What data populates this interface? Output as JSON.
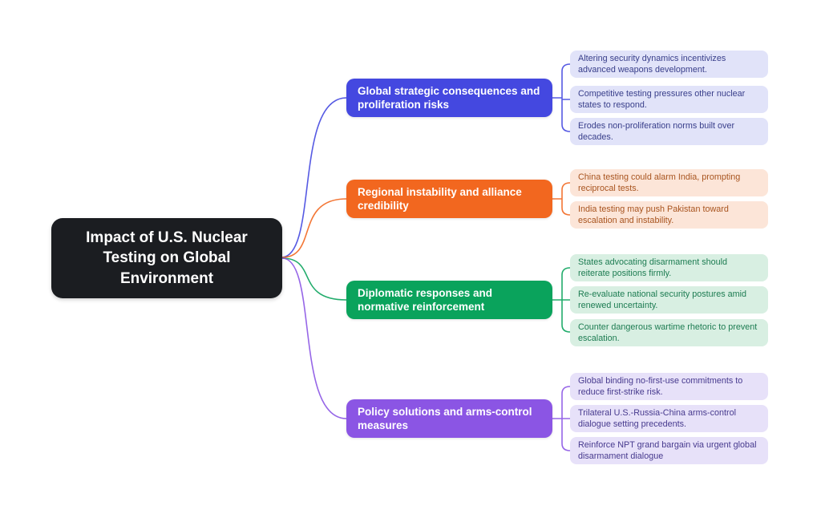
{
  "root": {
    "label": "Impact of U.S. Nuclear Testing on Global Environment",
    "bg_color": "#1b1d21",
    "text_color": "#ffffff"
  },
  "branches": [
    {
      "label": "Global strategic consequences and proliferation risks",
      "color": "#4448e0",
      "leaf_bg": "#e1e3f9",
      "leaf_text": "#383e8a",
      "leaves": [
        "Altering security dynamics incentivizes advanced weapons development.",
        "Competitive testing pressures other nuclear states to respond.",
        "Erodes non-proliferation norms built over decades."
      ]
    },
    {
      "label": "Regional instability and alliance credibility",
      "color": "#f2671f",
      "leaf_bg": "#fce5d8",
      "leaf_text": "#a8541f",
      "leaves": [
        "China testing could alarm India, prompting reciprocal tests.",
        "India testing may push Pakistan toward escalation and instability."
      ]
    },
    {
      "label": "Diplomatic responses and normative reinforcement",
      "color": "#0aa35c",
      "leaf_bg": "#d8efe2",
      "leaf_text": "#1d7c52",
      "leaves": [
        "States advocating disarmament should reiterate positions firmly.",
        "Re-evaluate national security postures amid renewed uncertainty.",
        "Counter dangerous wartime rhetoric to prevent escalation."
      ]
    },
    {
      "label": "Policy solutions and arms-control measures",
      "color": "#8b55e4",
      "leaf_bg": "#e7e1f9",
      "leaf_text": "#473a8e",
      "leaves": [
        "Global binding no-first-use commitments to reduce first-strike risk.",
        "Trilateral U.S.-Russia-China arms-control dialogue setting precedents.",
        "Reinforce NPT grand bargain via urgent global disarmament dialogue"
      ]
    }
  ]
}
